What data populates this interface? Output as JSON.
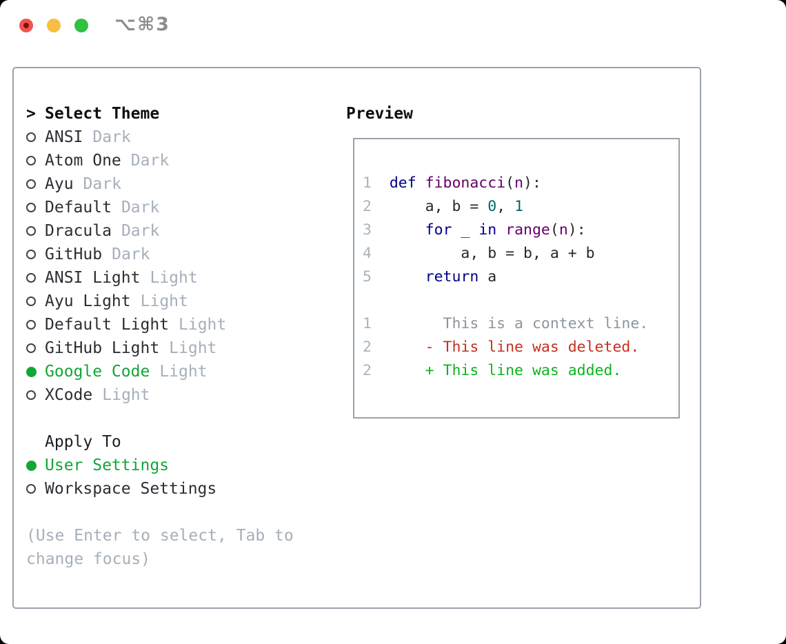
{
  "window": {
    "title": "⌥⌘3"
  },
  "theme_picker": {
    "rows": [
      {
        "type": "header",
        "marker": ">",
        "label": "Select Theme"
      },
      {
        "type": "option",
        "selected": false,
        "label": "ANSI",
        "suffix": "Dark"
      },
      {
        "type": "option",
        "selected": false,
        "label": "Atom One",
        "suffix": "Dark"
      },
      {
        "type": "option",
        "selected": false,
        "label": "Ayu",
        "suffix": "Dark"
      },
      {
        "type": "option",
        "selected": false,
        "label": "Default",
        "suffix": "Dark"
      },
      {
        "type": "option",
        "selected": false,
        "label": "Dracula",
        "suffix": "Dark"
      },
      {
        "type": "option",
        "selected": false,
        "label": "GitHub",
        "suffix": "Dark"
      },
      {
        "type": "option",
        "selected": false,
        "label": "ANSI Light",
        "suffix": "Light"
      },
      {
        "type": "option",
        "selected": false,
        "label": "Ayu Light",
        "suffix": "Light"
      },
      {
        "type": "option",
        "selected": false,
        "label": "Default Light",
        "suffix": "Light"
      },
      {
        "type": "option",
        "selected": false,
        "label": "GitHub Light",
        "suffix": "Light"
      },
      {
        "type": "option",
        "selected": true,
        "label": "Google Code",
        "suffix": "Light"
      },
      {
        "type": "option",
        "selected": false,
        "label": "XCode",
        "suffix": "Light"
      },
      {
        "type": "blank"
      },
      {
        "type": "subheader",
        "label": "Apply To"
      },
      {
        "type": "option",
        "selected": true,
        "label": "User Settings"
      },
      {
        "type": "option",
        "selected": false,
        "label": "Workspace Settings"
      },
      {
        "type": "blank"
      },
      {
        "type": "help",
        "label": "(Use Enter to select, Tab to"
      },
      {
        "type": "help",
        "label": "change focus)"
      }
    ]
  },
  "preview": {
    "title": "Preview",
    "lines": [
      [
        [
          "n",
          "1  "
        ],
        [
          "k",
          "def"
        ],
        [
          "p",
          " "
        ],
        [
          "f",
          "fibonacci"
        ],
        [
          "p",
          "("
        ],
        [
          "f",
          "n"
        ],
        [
          "p",
          "):"
        ]
      ],
      [
        [
          "n",
          "2  "
        ],
        [
          "p",
          "    a, b = "
        ],
        [
          "l",
          "0"
        ],
        [
          "p",
          ", "
        ],
        [
          "l",
          "1"
        ]
      ],
      [
        [
          "n",
          "3  "
        ],
        [
          "p",
          "    "
        ],
        [
          "k",
          "for"
        ],
        [
          "p",
          " _ "
        ],
        [
          "k",
          "in"
        ],
        [
          "p",
          " "
        ],
        [
          "f",
          "range"
        ],
        [
          "p",
          "("
        ],
        [
          "f",
          "n"
        ],
        [
          "p",
          "):"
        ]
      ],
      [
        [
          "n",
          "4  "
        ],
        [
          "p",
          "        a, b = b, a + b"
        ]
      ],
      [
        [
          "n",
          "5  "
        ],
        [
          "p",
          "    "
        ],
        [
          "k",
          "return"
        ],
        [
          "p",
          " a"
        ]
      ],
      [],
      [
        [
          "n",
          "1  "
        ],
        [
          "c",
          "      This is a context line."
        ]
      ],
      [
        [
          "n",
          "2  "
        ],
        [
          "d",
          "    - This line was deleted."
        ]
      ],
      [
        [
          "n",
          "2  "
        ],
        [
          "a",
          "    + This line was added."
        ]
      ]
    ]
  },
  "colors": {
    "traffic_red": "#f0544e",
    "traffic_yellow": "#f9bd40",
    "traffic_green": "#30c13e",
    "title_gray": "#8c8c91",
    "border_gray": "#9aa2ac",
    "text_dark": "#2b2e33",
    "muted_gray": "#a6afba",
    "selected_green": "#12a636",
    "keyword_blue": "#000088",
    "function_purple": "#660066",
    "literal_teal": "#006666",
    "line_number_gray": "#a9b3be",
    "context_gray": "#8d959d",
    "deleted_red": "#c7301f",
    "added_green": "#0db41e"
  }
}
